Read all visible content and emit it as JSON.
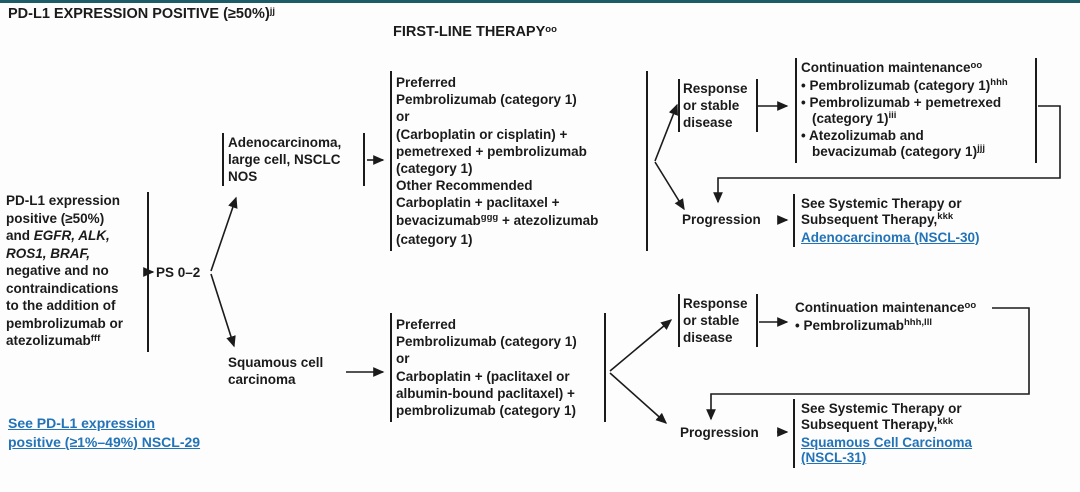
{
  "colors": {
    "top_bar": "#1d5b66",
    "link": "#2273b8",
    "text": "#1b1b1b"
  },
  "header": {
    "left_title": [
      [
        {
          "t": "PD-L1 EXPRESSION POSITIVE (≥50%)"
        },
        {
          "t": "jj",
          "st": "sup"
        }
      ]
    ],
    "right_title": [
      [
        {
          "t": "FIRST-LINE THERAPY"
        },
        {
          "t": "oo",
          "st": "sup"
        }
      ]
    ]
  },
  "flow": {
    "criteria": [
      [
        "PD-L1 expression"
      ],
      [
        "positive (≥50%)"
      ],
      [
        "and ",
        {
          "t": "EGFR, ALK,",
          "st": "i"
        }
      ],
      [
        {
          "t": "ROS1, BRAF,",
          "st": "i"
        }
      ],
      [
        "negative and no"
      ],
      [
        "contraindications"
      ],
      [
        "to the addition of"
      ],
      [
        "pembrolizumab or"
      ],
      [
        "atezolizumab",
        {
          "t": "fff",
          "st": "sup"
        }
      ]
    ],
    "ps": [
      [
        "PS 0–2"
      ]
    ],
    "adeno": [
      [
        "Adenocarcinoma,"
      ],
      [
        "large cell, NSCLC"
      ],
      [
        "NOS"
      ]
    ],
    "squamous": [
      [
        "Squamous cell"
      ],
      [
        "carcinoma"
      ]
    ],
    "preferred_adeno": [
      [
        "Preferred"
      ],
      [
        "Pembrolizumab (category 1)"
      ],
      [
        "or"
      ],
      [
        "(Carboplatin or cisplatin) +"
      ],
      [
        "pemetrexed + pembrolizumab"
      ],
      [
        "(category 1)"
      ],
      [
        "Other Recommended"
      ],
      [
        "Carboplatin + paclitaxel +"
      ],
      [
        "bevacizumab",
        {
          "t": "ggg",
          "st": "sup"
        },
        {
          "t": " + atezolizumab"
        }
      ],
      [
        "(category 1)"
      ]
    ],
    "preferred_squamous": [
      [
        "Preferred"
      ],
      [
        "Pembrolizumab (category 1)"
      ],
      [
        "or"
      ],
      [
        "Carboplatin + (paclitaxel or"
      ],
      [
        "albumin-bound paclitaxel) +"
      ],
      [
        "pembrolizumab (category 1)"
      ]
    ],
    "response": [
      [
        "Response"
      ],
      [
        "or stable"
      ],
      [
        "disease"
      ]
    ],
    "progression": [
      [
        "Progression"
      ]
    ],
    "maintenance_adeno": [
      [
        "Continuation maintenance",
        {
          "t": "oo",
          "st": "sup"
        }
      ],
      [
        "• Pembrolizumab (category 1)",
        {
          "t": "hhh",
          "st": "sup"
        }
      ],
      [
        "• Pembrolizumab + pemetrexed"
      ],
      [
        {
          "t": "(category 1)",
          "st": "ind"
        },
        {
          "t": "iii",
          "st": "sup"
        }
      ],
      [
        "• Atezolizumab and"
      ],
      [
        {
          "t": "bevacizumab (category 1)",
          "st": "ind"
        },
        {
          "t": "jjj",
          "st": "sup"
        }
      ]
    ],
    "maintenance_squamous": [
      [
        "Continuation maintenance",
        {
          "t": "oo",
          "st": "sup"
        }
      ],
      [
        "• Pembrolizumab",
        {
          "t": "hhh,lll",
          "st": "sup"
        }
      ]
    ],
    "see_adeno": [
      [
        "See Systemic Therapy or"
      ],
      [
        "Subsequent Therapy,",
        {
          "t": "kkk",
          "st": "sup"
        }
      ],
      [
        {
          "t": "Adenocarcinoma (NSCL-30)",
          "st": "link",
          "name": "link-nscl-30"
        }
      ]
    ],
    "see_squamous": [
      [
        "See Systemic Therapy or"
      ],
      [
        "Subsequent Therapy,",
        {
          "t": "kkk",
          "st": "sup"
        }
      ],
      [
        {
          "t": "Squamous Cell Carcinoma",
          "st": "link",
          "name": "link-nscl-31"
        }
      ],
      [
        {
          "t": "(NSCL-31)",
          "st": "link",
          "name": "link-nscl-31"
        }
      ]
    ],
    "footer_link": [
      [
        {
          "t": "See PD-L1 expression",
          "st": "link",
          "name": "link-nscl-29"
        }
      ],
      [
        {
          "t": "positive (≥1%–49%) NSCL-29",
          "st": "link",
          "name": "link-nscl-29"
        }
      ]
    ]
  }
}
